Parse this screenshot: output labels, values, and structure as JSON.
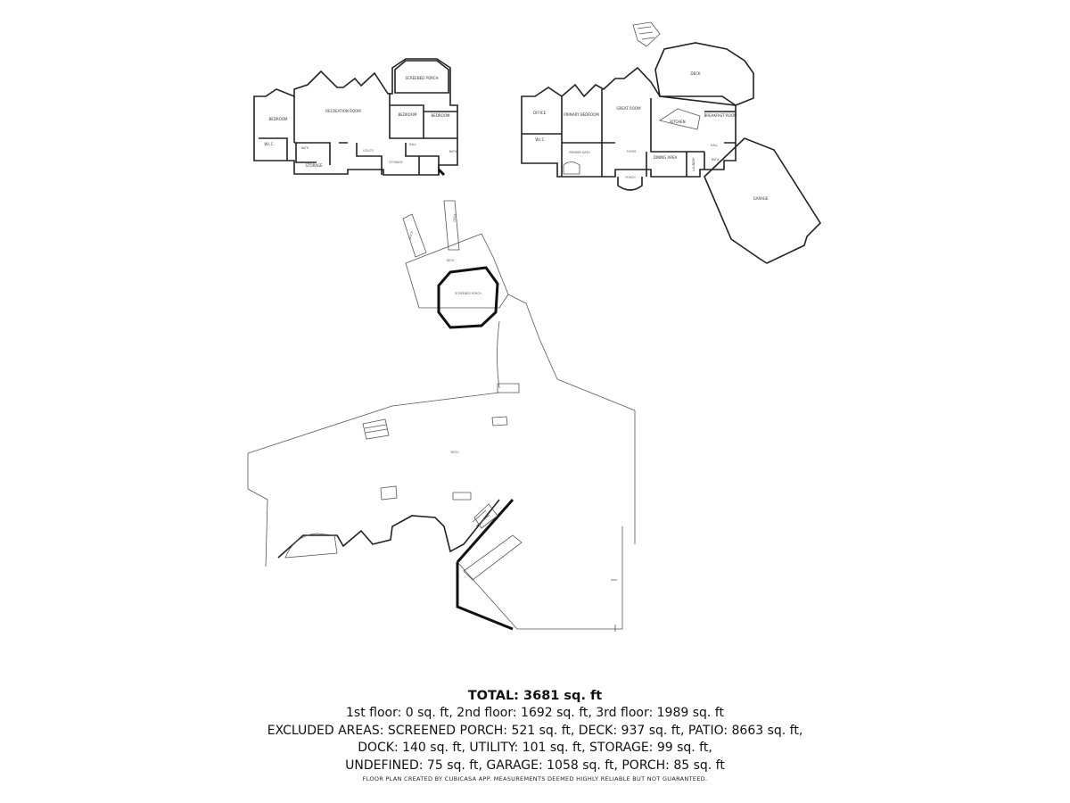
{
  "rooms": {
    "bedroom_a": "BEDROOM",
    "wic_a": "W.I.C.",
    "bath_a": "BATH",
    "storage_a": "STORAGE",
    "recreation": "RECREATION ROOM",
    "bedroom_b": "BEDROOM",
    "bedroom_c": "BEDROOM",
    "screened_porch_a": "SCREENED PORCH",
    "utility": "UTILITY",
    "hall_a": "HALL",
    "bath_b": "BATH",
    "storage_b": "STORAGE",
    "office": "OFFICE",
    "primary_bedroom": "PRIMARY BEDROOM",
    "wic_b": "W.I.C.",
    "primary_bath": "PRIMARY BATH",
    "great_room": "GREAT ROOM",
    "kitchen": "KITCHEN",
    "breakfast_room": "BREAKFAST ROOM",
    "deck_a": "DECK",
    "foyer": "FOYER",
    "porch": "PORCH",
    "dining_area": "DINING AREA",
    "laundry": "LAUNDRY",
    "hall_b": "HALL",
    "bath_c": "BATH",
    "garage": "GARAGE",
    "dock_a": "DOCK",
    "dock_b": "DOCK",
    "deck_b": "DECK",
    "screened_porch_b": "SCREENED PORCH",
    "patio": "PATIO"
  },
  "summary": {
    "total": "TOTAL: 3681 sq. ft",
    "line1": "1st floor: 0 sq. ft, 2nd floor: 1692 sq. ft, 3rd floor: 1989 sq. ft",
    "line2": "EXCLUDED AREAS: SCREENED PORCH: 521 sq. ft, DECK: 937 sq. ft, PATIO: 8663 sq. ft,",
    "line3": "DOCK: 140 sq. ft, UTILITY: 101 sq. ft, STORAGE: 99 sq. ft,",
    "line4": "UNDEFINED: 75 sq. ft, GARAGE: 1058 sq. ft, PORCH: 85 sq. ft"
  },
  "disclaimer": "FLOOR PLAN CREATED BY CUBICASA APP. MEASUREMENTS DEEMED HIGHLY RELIABLE BUT NOT GUARANTEED."
}
